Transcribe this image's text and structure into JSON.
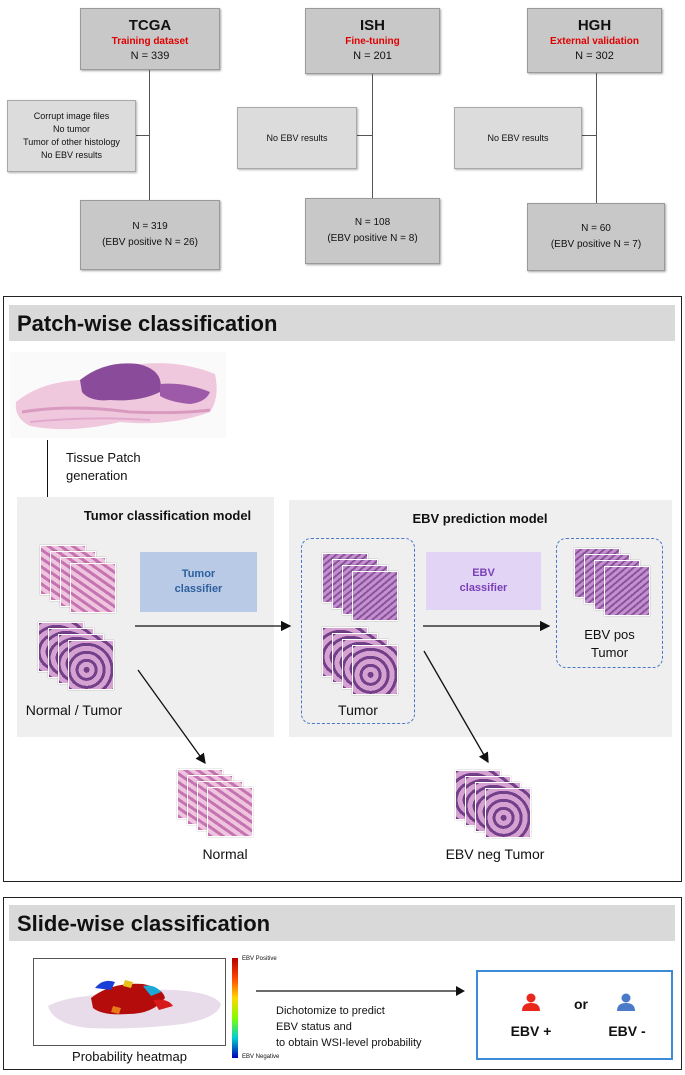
{
  "flow": {
    "cohorts": [
      {
        "name": "TCGA",
        "role": "Training dataset",
        "n": "N = 339",
        "excluded": [
          "Corrupt image files",
          "No tumor",
          "Tumor of other histology",
          "No EBV results"
        ],
        "result": [
          "N = 319",
          "(EBV positive N = 26)"
        ]
      },
      {
        "name": "ISH",
        "role": "Fine-tuning",
        "n": "N = 201",
        "excluded": [
          "No EBV results"
        ],
        "result": [
          "N = 108",
          "(EBV positive N = 8)"
        ]
      },
      {
        "name": "HGH",
        "role": "External validation",
        "n": "N = 302",
        "excluded": [
          "No EBV results"
        ],
        "result": [
          "N = 60",
          "(EBV positive N = 7)"
        ]
      }
    ]
  },
  "patch": {
    "title": "Patch-wise classification",
    "patch_gen": [
      "Tissue Patch",
      "generation"
    ],
    "tumor_model": {
      "title": "Tumor classification model",
      "classifier": [
        "Tumor",
        "classifier"
      ],
      "input_label": "Normal / Tumor",
      "output_label": "Normal"
    },
    "ebv_model": {
      "title": "EBV prediction model",
      "classifier": [
        "EBV",
        "classifier"
      ],
      "input_label": "Tumor",
      "pos_label": [
        "EBV pos",
        "Tumor"
      ],
      "neg_label": "EBV neg Tumor"
    }
  },
  "slide": {
    "title": "Slide-wise classification",
    "heatmap_label": "Probability heatmap",
    "colorbar_top": "EBV Positive",
    "colorbar_bottom": "EBV Negative",
    "description": [
      "Dichotomize to predict",
      "EBV status and",
      "to obtain WSI-level probability"
    ],
    "result_pos": "EBV +",
    "result_or": "or",
    "result_neg": "EBV -"
  },
  "colors": {
    "accent_red": "#e00000",
    "tumor_classifier": "#b8cae6",
    "ebv_classifier": "#e2d4f4",
    "result_border": "#3d8ad6",
    "person_pos": "#e8281c",
    "person_neg": "#4a7ac8"
  }
}
